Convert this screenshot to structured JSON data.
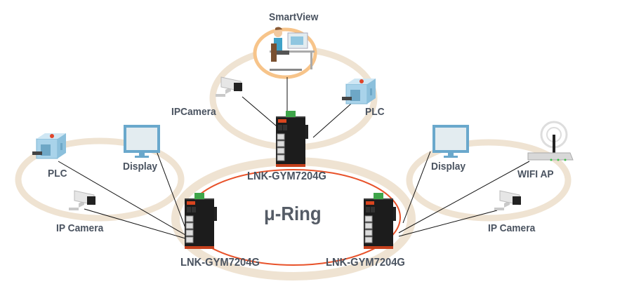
{
  "diagram": {
    "title": "μ-Ring",
    "ring_color": "#e8522a",
    "halo_color": "#efe3d2",
    "smartview_ring_color": "#f7c48a",
    "nodes": {
      "smartview": {
        "label": "SmartView",
        "icon": "operator-workstation-icon"
      },
      "top_ipcamera": {
        "label": "IPCamera",
        "icon": "ip-camera-icon"
      },
      "top_plc": {
        "label": "PLC",
        "icon": "plc-icon"
      },
      "left_plc": {
        "label": "PLC",
        "icon": "plc-icon"
      },
      "left_display": {
        "label": "Display",
        "icon": "display-icon"
      },
      "left_ipcamera": {
        "label": "IP Camera",
        "icon": "ip-camera-icon"
      },
      "right_display": {
        "label": "Display",
        "icon": "display-icon"
      },
      "right_wifi": {
        "label": "WIFI AP",
        "icon": "wifi-ap-icon"
      },
      "right_ipcamera": {
        "label": "IP Camera",
        "icon": "ip-camera-icon"
      }
    },
    "switches": [
      {
        "id": "top",
        "label": "LNK-GYM7204G",
        "icon": "industrial-switch-icon"
      },
      {
        "id": "left",
        "label": "LNK-GYM7204G",
        "icon": "industrial-switch-icon"
      },
      {
        "id": "right",
        "label": "LNK-GYM7204G",
        "icon": "industrial-switch-icon"
      }
    ]
  }
}
